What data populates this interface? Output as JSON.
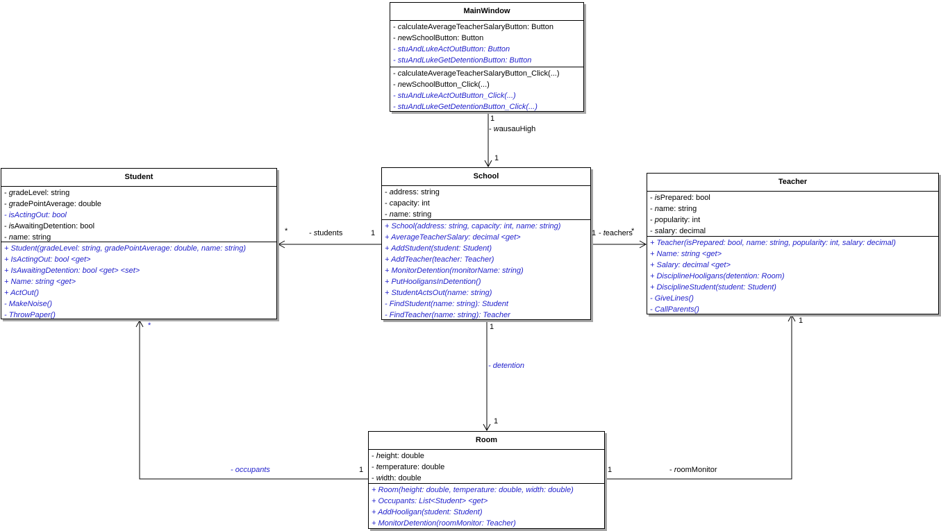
{
  "diagram": {
    "kind": "uml-class-diagram",
    "colors": {
      "background": "#ffffff",
      "text": "#000000",
      "member_blue": "#2222CC",
      "box_border": "#000000",
      "box_shadow": "#a6a6a6"
    }
  },
  "classes": [
    {
      "title": "MainWindow",
      "attributes": [
        {
          "text": "- calculateAverageTeacherSalaryButton: Button",
          "style": "plain"
        },
        {
          "text": "- newSchoolButton: Button",
          "style": "plain"
        },
        {
          "text": "- stuAndLukeActOutButton: Button",
          "style": "blue"
        },
        {
          "text": "- stuAndLukeGetDetentionButton: Button",
          "style": "blue"
        }
      ],
      "methods": [
        {
          "text": "- calculateAverageTeacherSalaryButton_Click(...)",
          "style": "plain"
        },
        {
          "text": "- newSchoolButton_Click(...)",
          "style": "plain"
        },
        {
          "text": "- stuAndLukeActOutButton_Click(...)",
          "style": "blue"
        },
        {
          "text": "- stuAndLukeGetDetentionButton_Click(...)",
          "style": "blue"
        }
      ]
    },
    {
      "title": "Student",
      "attributes": [
        {
          "text": "- gradeLevel: string",
          "style": "plain"
        },
        {
          "text": "- gradePointAverage: double",
          "style": "plain"
        },
        {
          "text": "- isActingOut: bool",
          "style": "blue"
        },
        {
          "text": "- isAwaitingDetention: bool",
          "style": "plain"
        },
        {
          "text": "- name: string",
          "style": "plain"
        }
      ],
      "methods": [
        {
          "text": "+ Student(gradeLevel: string, gradePointAverage: double, name: string)",
          "style": "blue"
        },
        {
          "text": "+ IsActingOut: bool <get>",
          "style": "blue"
        },
        {
          "text": "+ IsAwaitingDetention: bool <get> <set>",
          "style": "blue"
        },
        {
          "text": "+ Name: string <get>",
          "style": "blue"
        },
        {
          "text": "+ ActOut()",
          "style": "blue"
        },
        {
          "text": "- MakeNoise()",
          "style": "blue"
        },
        {
          "text": "- ThrowPaper()",
          "style": "blue"
        }
      ]
    },
    {
      "title": "School",
      "attributes": [
        {
          "text": "- address: string",
          "style": "plain"
        },
        {
          "text": "- capacity: int",
          "style": "plain"
        },
        {
          "text": "- name: string",
          "style": "plain"
        }
      ],
      "methods": [
        {
          "text": "+ School(address: string, capacity: int, name: string)",
          "style": "blue"
        },
        {
          "text": "+ AverageTeacherSalary: decimal <get>",
          "style": "blue"
        },
        {
          "text": "+ AddStudent(student: Student)",
          "style": "blue"
        },
        {
          "text": "+ AddTeacher(teacher: Teacher)",
          "style": "blue"
        },
        {
          "text": "+ MonitorDetention(monitorName: string)",
          "style": "blue"
        },
        {
          "text": "+ PutHooligansInDetention()",
          "style": "blue"
        },
        {
          "text": "+ StudentActsOut(name: string)",
          "style": "blue"
        },
        {
          "text": "- FindStudent(name: string): Student",
          "style": "blue"
        },
        {
          "text": "- FindTeacher(name: string): Teacher",
          "style": "blue"
        }
      ]
    },
    {
      "title": "Teacher",
      "attributes": [
        {
          "text": "- isPrepared: bool",
          "style": "plain"
        },
        {
          "text": "- name: string",
          "style": "plain"
        },
        {
          "text": "- popularity: int",
          "style": "plain"
        },
        {
          "text": "- salary: decimal",
          "style": "plain"
        }
      ],
      "methods": [
        {
          "text": "+ Teacher(isPrepared: bool, name: string, popularity: int, salary: decimal)",
          "style": "blue"
        },
        {
          "text": "+ Name: string <get>",
          "style": "blue"
        },
        {
          "text": "+ Salary: decimal <get>",
          "style": "blue"
        },
        {
          "text": "+ DisciplineHooligans(detention: Room)",
          "style": "blue"
        },
        {
          "text": "+ DisciplineStudent(student: Student)",
          "style": "blue"
        },
        {
          "text": "- GiveLines()",
          "style": "blue"
        },
        {
          "text": "- CallParents()",
          "style": "blue"
        }
      ]
    },
    {
      "title": "Room",
      "attributes": [
        {
          "text": "- height: double",
          "style": "plain"
        },
        {
          "text": "- temperature: double",
          "style": "plain"
        },
        {
          "text": "- width: double",
          "style": "plain"
        }
      ],
      "methods": [
        {
          "text": "+ Room(height: double, temperature: double, width: double)",
          "style": "blue"
        },
        {
          "text": "+ Occupants: List<Student> <get>",
          "style": "blue"
        },
        {
          "text": "+ AddHooligan(student: Student)",
          "style": "blue"
        },
        {
          "text": "+ MonitorDetention(roomMonitor: Teacher)",
          "style": "blue"
        }
      ]
    }
  ],
  "connectors": [
    {
      "name": "wausauHigh",
      "from": "MainWindow",
      "to": "School",
      "source_mult": "1",
      "label": {
        "text": "- wausauHigh",
        "style": "plain"
      },
      "target_mult": "1"
    },
    {
      "name": "students",
      "from": "School",
      "to": "Student",
      "source_mult": "1",
      "label": {
        "text": "- students",
        "style": "plain"
      },
      "target_mult": "*"
    },
    {
      "name": "teachers",
      "from": "School",
      "to": "Teacher",
      "source_mult": "1",
      "label": {
        "text": "- teachers",
        "style": "plain"
      },
      "target_mult": "*"
    },
    {
      "name": "detention",
      "from": "School",
      "to": "Room",
      "source_mult": "1",
      "label": {
        "text": "- detention",
        "style": "blue"
      },
      "target_mult": "1"
    },
    {
      "name": "occupants",
      "from": "Room",
      "to": "Student",
      "source_mult": "1",
      "label": {
        "text": "- occupants",
        "style": "blue"
      },
      "target_mult": "*"
    },
    {
      "name": "roomMonitor",
      "from": "Room",
      "to": "Teacher",
      "source_mult": "1",
      "label": {
        "text": "- roomMonitor",
        "style": "plain"
      },
      "target_mult": "1"
    }
  ]
}
